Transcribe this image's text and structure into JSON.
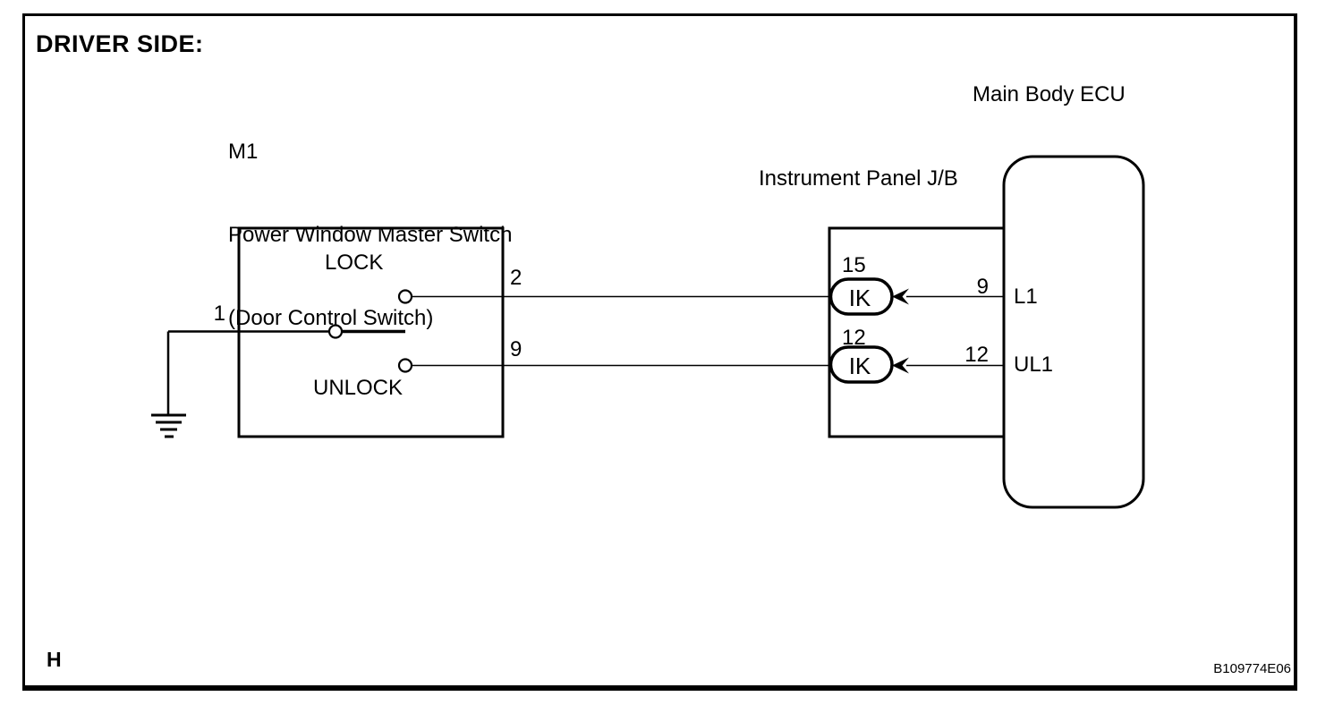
{
  "header": {
    "title": "DRIVER SIDE:"
  },
  "master_switch": {
    "code": "M1",
    "name": "Power Window Master Switch",
    "subname": "(Door Control Switch)",
    "lock_label": "LOCK",
    "unlock_label": "UNLOCK",
    "ground_pin": "1",
    "lock_pin": "2",
    "unlock_pin": "9"
  },
  "junction_block": {
    "name": "Instrument Panel J/B",
    "connectors": [
      {
        "pin": "15",
        "code": "IK"
      },
      {
        "pin": "12",
        "code": "IK"
      }
    ]
  },
  "ecu": {
    "name": "Main Body ECU",
    "terminals": [
      {
        "wire_pin": "9",
        "terminal": "L1"
      },
      {
        "wire_pin": "12",
        "terminal": "UL1"
      }
    ]
  },
  "footer": {
    "page": "H",
    "figure_id": "B109774E06"
  },
  "colors": {
    "line": "#000000",
    "background": "#ffffff"
  }
}
